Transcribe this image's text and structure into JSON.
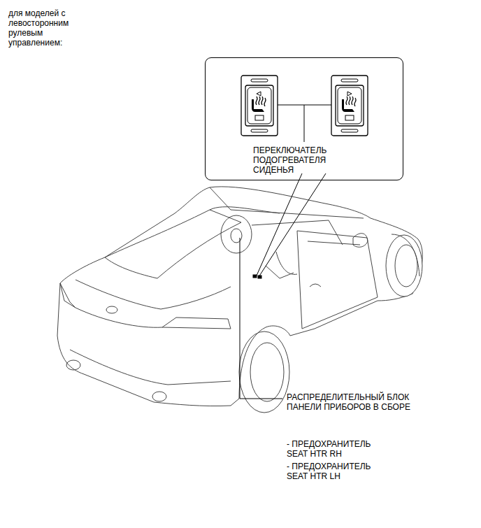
{
  "diagram": {
    "nodes": [
      {
        "text": [
          "ПЕРЕКЛЮЧАТЕЛЬ ПОДОГРЕВАТЕЛЯ СИДЕНЬЯ"
        ]
      }
    ],
    "labels": [
      "для моделей с левосторонним рулевым управлением:",
      "РАСПРЕДЕЛИТЕЛЬНЫЙ БЛОК ПАНЕЛИ ПРИБОРОВ В СБОРЕ",
      "- ПРЕДОХРАНИТЕЛЬ SEAT HTR RH",
      "- ПРЕДОХРАНИТЕЛЬ SEAT HTR LH"
    ]
  }
}
